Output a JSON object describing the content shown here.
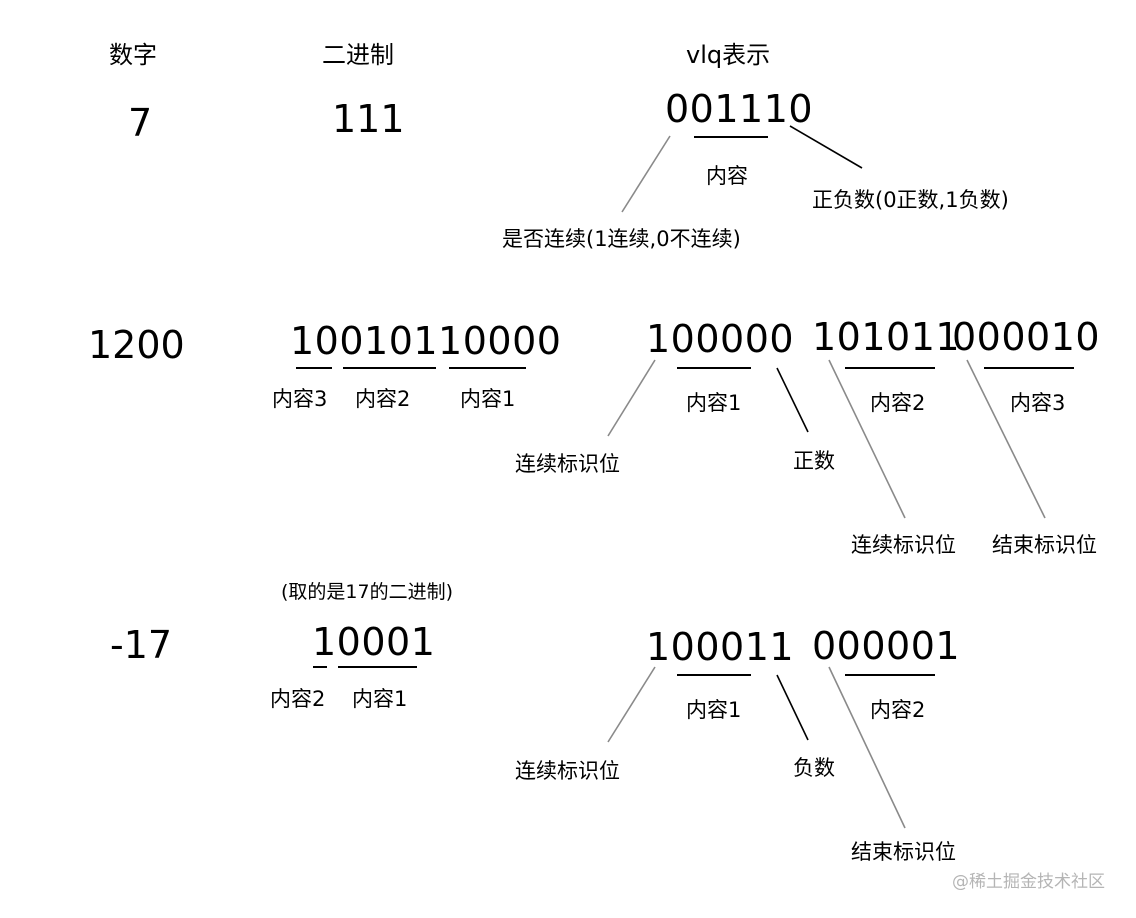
{
  "headers": {
    "number": "数字",
    "binary": "二进制",
    "vlq": "vlq表示"
  },
  "row1": {
    "number": "7",
    "binary": "111",
    "vlq": "001110",
    "label_content": "内容",
    "label_sign": "正负数(0正数,1负数)",
    "label_cont": "是否连续(1连续,0不连续)"
  },
  "row2": {
    "number": "1200",
    "binary": "10010110000",
    "bin_labels": [
      "内容3",
      "内容2",
      "内容1"
    ],
    "vlq1": "100000",
    "vlq2": "101011",
    "vlq3": "000010",
    "vlq_labels": [
      "内容1",
      "内容2",
      "内容3"
    ],
    "label_cont_flag": "连续标识位",
    "label_positive": "正数",
    "label_cont_flag2": "连续标识位",
    "label_end_flag": "结束标识位"
  },
  "row3": {
    "note": "(取的是17的二进制)",
    "number": "-17",
    "binary": "10001",
    "bin_labels": [
      "内容2",
      "内容1"
    ],
    "vlq1": "100011",
    "vlq2": "000001",
    "vlq_labels": [
      "内容1",
      "内容2"
    ],
    "label_cont_flag": "连续标识位",
    "label_negative": "负数",
    "label_end_flag": "结束标识位"
  },
  "watermark": "@稀土掘金技术社区"
}
